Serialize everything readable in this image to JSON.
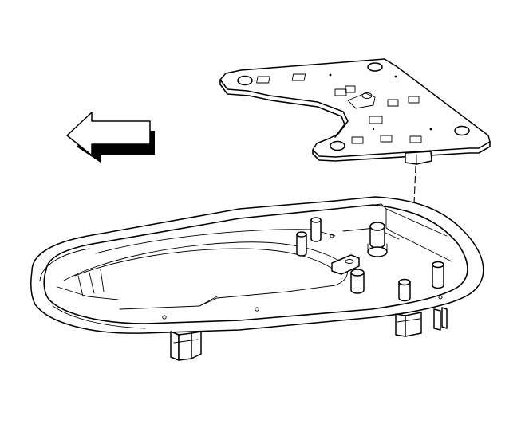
{
  "figure": {
    "kind": "exploded assembly line drawing",
    "parts": [
      "circuit-plate",
      "housing-tray",
      "direction-arrow",
      "alignment-guide-line"
    ],
    "direction_arrow": "left",
    "colors": {
      "line": "#000000",
      "fill": "#ffffff"
    }
  }
}
